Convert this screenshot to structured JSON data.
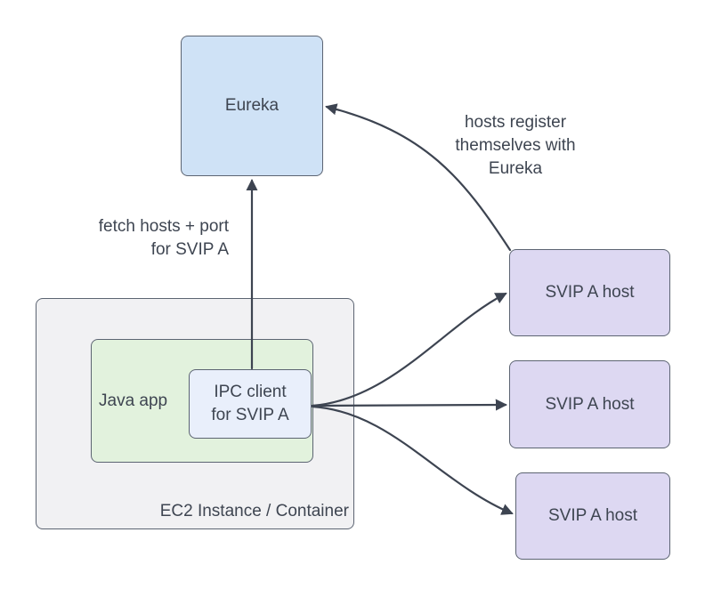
{
  "nodes": {
    "eureka": {
      "label": "Eureka"
    },
    "ec2_container": {
      "label": "EC2 Instance / Container"
    },
    "java_app": {
      "label": "Java app"
    },
    "ipc_client": {
      "lines": [
        "IPC client",
        "for SVIP A"
      ]
    },
    "hosts": [
      {
        "label": "SVIP A host"
      },
      {
        "label": "SVIP A host"
      },
      {
        "label": "SVIP A host"
      }
    ]
  },
  "annotations": {
    "fetch": {
      "lines": [
        "fetch hosts + port",
        "for SVIP A"
      ]
    },
    "register": {
      "lines": [
        "hosts register",
        "themselves with",
        "Eureka"
      ]
    }
  },
  "edges": [
    {
      "name": "fetch-arrow",
      "from": "ipc_client",
      "to": "eureka"
    },
    {
      "name": "register-arrow",
      "from": "host-1",
      "to": "eureka"
    },
    {
      "name": "ipc-to-host-1",
      "from": "ipc_client",
      "to": "host-1"
    },
    {
      "name": "ipc-to-host-2",
      "from": "ipc_client",
      "to": "host-2"
    },
    {
      "name": "ipc-to-host-3",
      "from": "ipc_client",
      "to": "host-3"
    }
  ],
  "colors": {
    "background": "#ffffff",
    "text": "#3e4551",
    "arrow": "#3d4451",
    "border": "#5c6472",
    "eureka_fill": "#cfe2f6",
    "ec2_fill": "#f1f1f3",
    "java_fill": "#e2f2dd",
    "ipc_fill": "#e9effb",
    "host_fill": "#ddd8f2"
  }
}
